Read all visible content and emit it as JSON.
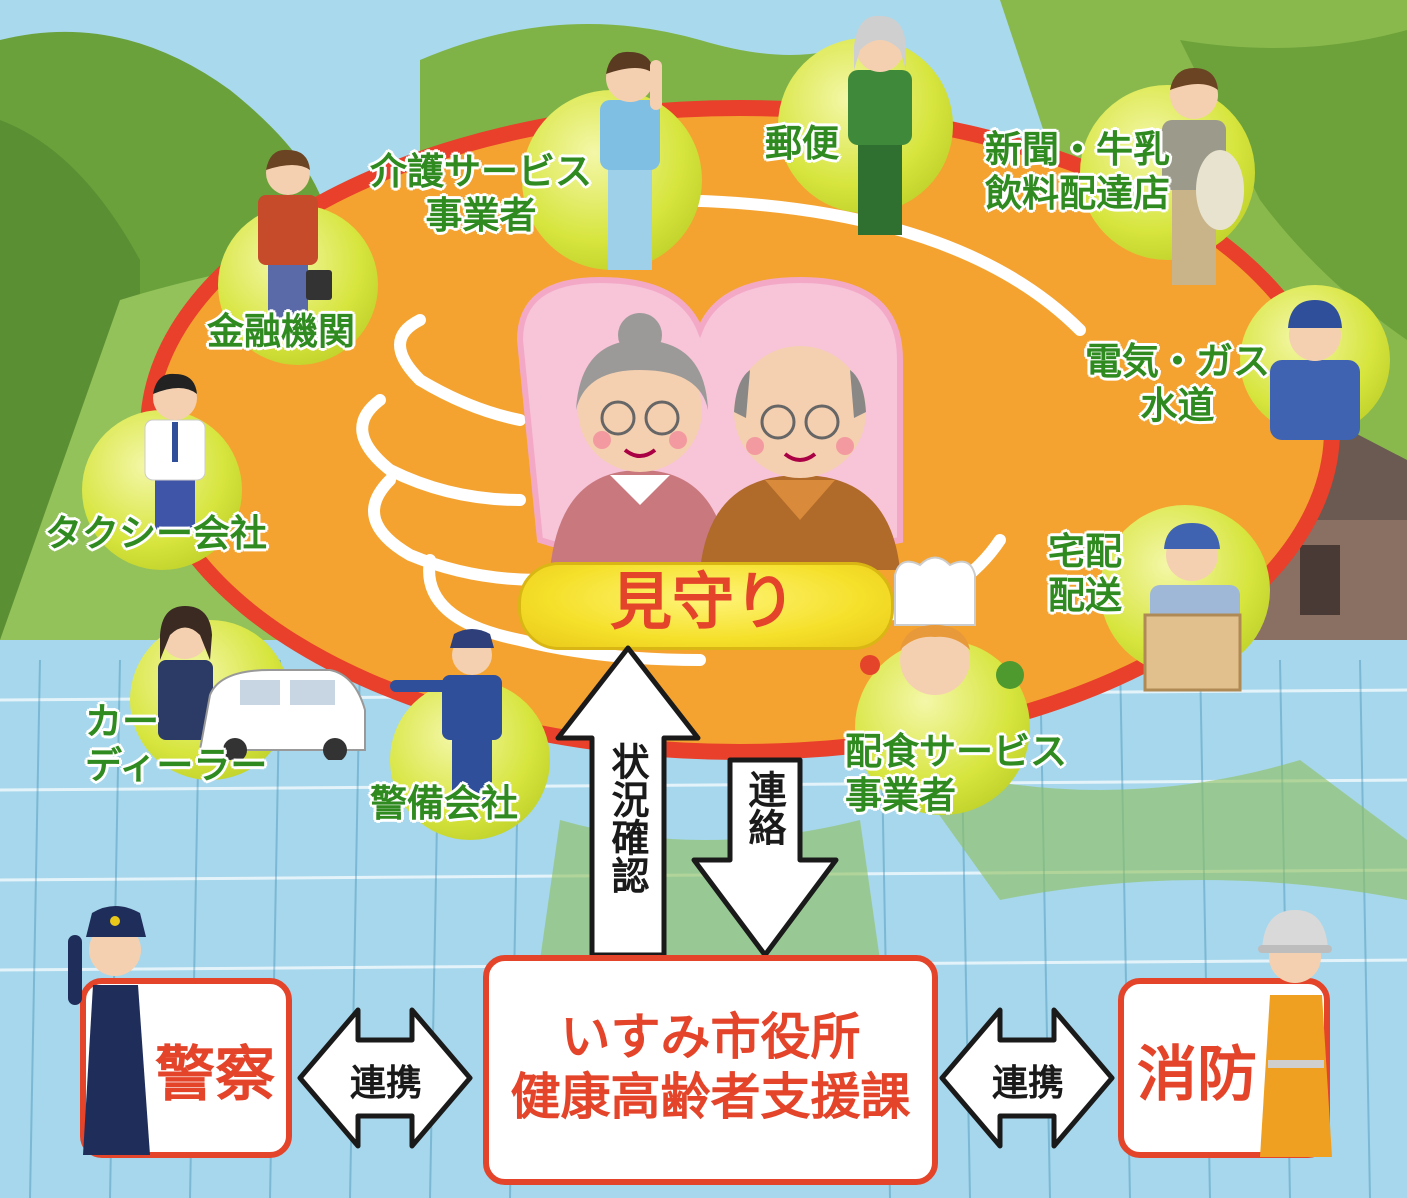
{
  "center": {
    "label": "見守り"
  },
  "services": [
    {
      "id": "kaigo",
      "lines": [
        "介護サービス",
        "事業者"
      ]
    },
    {
      "id": "yubin",
      "lines": [
        "郵便"
      ]
    },
    {
      "id": "shinbun",
      "lines": [
        "新聞・牛乳",
        "飲料配達店"
      ]
    },
    {
      "id": "kinyu",
      "lines": [
        "金融機関"
      ]
    },
    {
      "id": "denki",
      "lines": [
        "電気・ガス",
        "水道"
      ]
    },
    {
      "id": "taxi",
      "lines": [
        "タクシー会社"
      ]
    },
    {
      "id": "takuhai",
      "lines": [
        "宅配",
        "配送"
      ]
    },
    {
      "id": "car",
      "lines": [
        "カー",
        "ディーラー"
      ]
    },
    {
      "id": "keibi",
      "lines": [
        "警備会社"
      ]
    },
    {
      "id": "haishoku",
      "lines": [
        "配食サービス",
        "事業者"
      ]
    }
  ],
  "arrows": {
    "up_label": "状況確認",
    "down_label": "連絡"
  },
  "city_office": {
    "line1": "いすみ市役所",
    "line2": "健康高齢者支援課"
  },
  "police": {
    "label": "警察"
  },
  "fire": {
    "label": "消防"
  },
  "cooperation_left": "連携",
  "cooperation_right": "連携",
  "colors": {
    "accent_red": "#e3442a",
    "green_text": "#2f8a1f",
    "oval_orange": "#f4a330",
    "circle_yellow": "#d7e53e"
  }
}
